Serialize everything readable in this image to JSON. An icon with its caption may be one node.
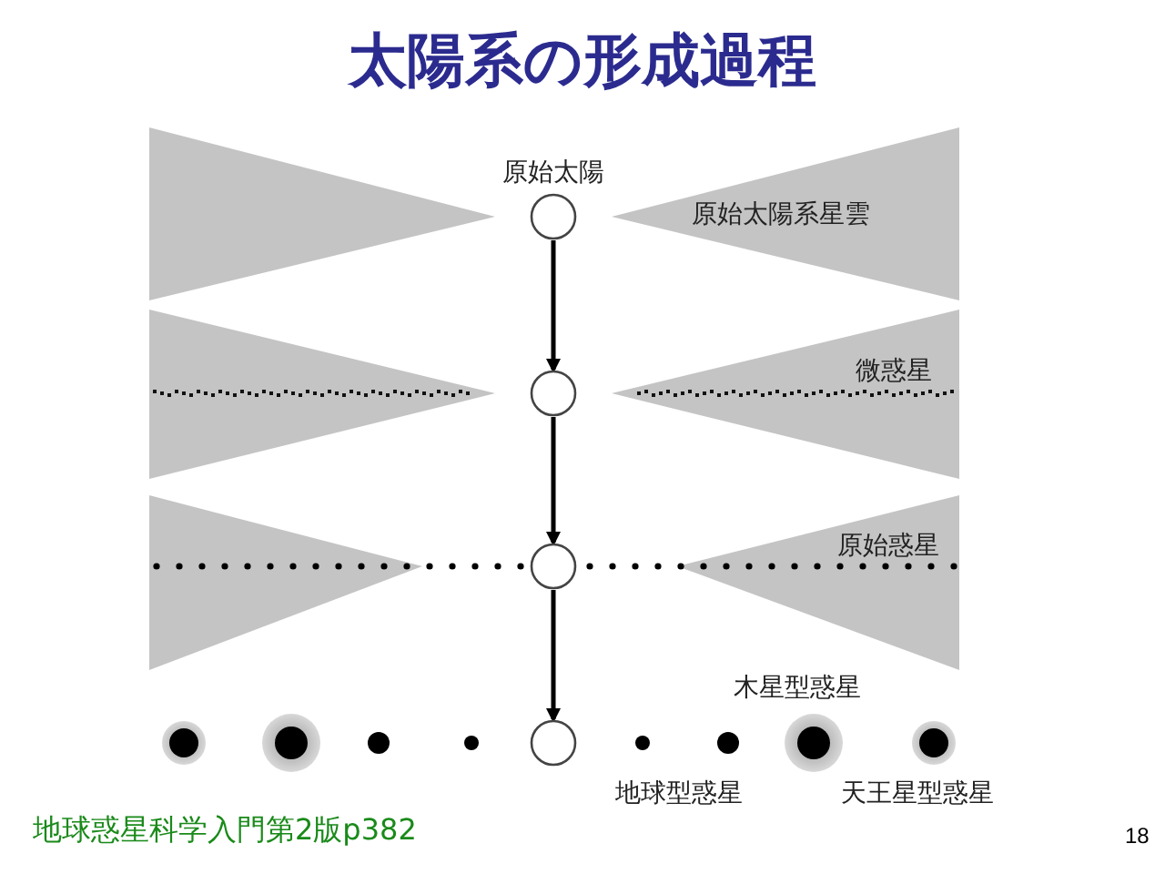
{
  "diagram": {
    "title": "太陽系の形成過程",
    "nodes": [
      {
        "text": [
          "原始太陽"
        ]
      },
      {
        "text": [],
        "shape": "circle"
      },
      {
        "text": [],
        "shape": "circle"
      },
      {
        "text": [],
        "shape": "circle"
      }
    ],
    "edges": [
      {
        "from": 0,
        "to": 1,
        "arrow": "to"
      },
      {
        "from": 1,
        "to": 2,
        "arrow": "to"
      },
      {
        "from": 2,
        "to": 3,
        "arrow": "to"
      }
    ],
    "labels": [
      "原始太陽系星雲",
      "微惑星",
      "原始惑星",
      "木星型惑星",
      "地球型惑星",
      "天王星型惑星",
      "地球惑星科学入門第2版p382",
      "18"
    ]
  }
}
